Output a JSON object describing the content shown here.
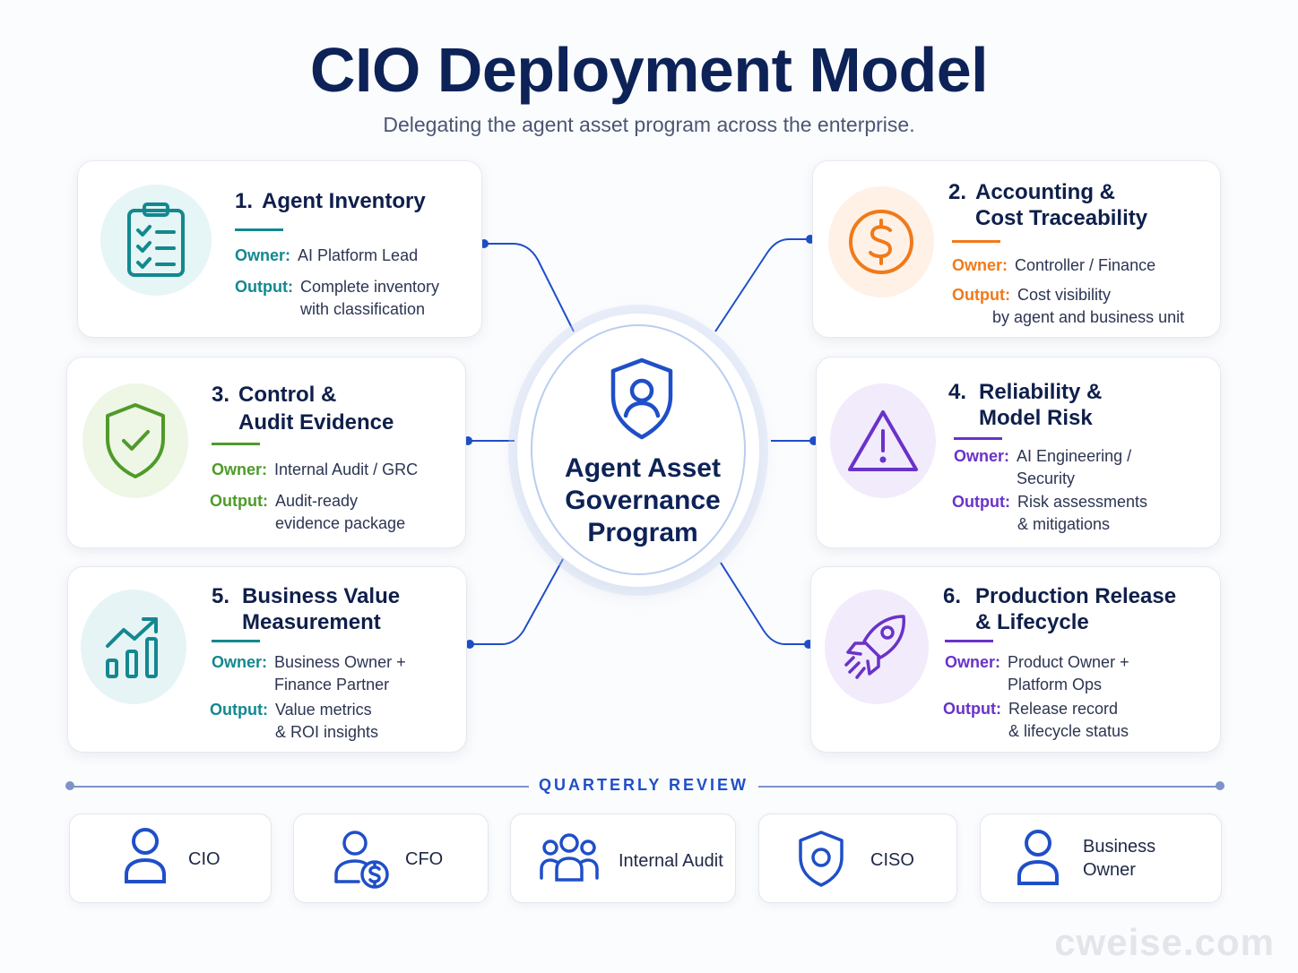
{
  "header": {
    "title": "CIO Deployment Model",
    "subtitle": "Delegating the agent asset program across the enterprise."
  },
  "center": {
    "line1": "Agent Asset",
    "line2": "Governance",
    "line3": "Program",
    "icon": "shield-user-icon"
  },
  "colors": {
    "navy": "#0d2257",
    "teal": "#13888f",
    "orange": "#f07a1a",
    "green": "#4f9a2a",
    "purple": "#6a32c9",
    "blue": "#1f4fc8"
  },
  "cards": [
    {
      "num": "1.",
      "title1": "Agent Inventory",
      "title2": "",
      "owner_label": "Owner:",
      "owner1": "AI Platform Lead",
      "owner2": "",
      "output_label": "Output:",
      "output1": "Complete inventory",
      "output2": "with classification",
      "icon": "clipboard-checklist-icon"
    },
    {
      "num": "2.",
      "title1": "Accounting &",
      "title2": "Cost Traceability",
      "owner_label": "Owner:",
      "owner1": "Controller / Finance",
      "owner2": "",
      "output_label": "Output:",
      "output1": "Cost visibility",
      "output2": "by agent and business unit",
      "icon": "dollar-coin-icon"
    },
    {
      "num": "3.",
      "title1": "Control &",
      "title2": "Audit Evidence",
      "owner_label": "Owner:",
      "owner1": "Internal Audit / GRC",
      "owner2": "",
      "output_label": "Output:",
      "output1": "Audit-ready",
      "output2": "evidence package",
      "icon": "shield-check-icon"
    },
    {
      "num": "4.",
      "title1": "Reliability &",
      "title2": "Model Risk",
      "owner_label": "Owner:",
      "owner1": "AI Engineering /",
      "owner2": "Security",
      "output_label": "Output:",
      "output1": "Risk assessments",
      "output2": "& mitigations",
      "icon": "warning-triangle-icon"
    },
    {
      "num": "5.",
      "title1": "Business Value",
      "title2": "Measurement",
      "owner_label": "Owner:",
      "owner1": "Business Owner +",
      "owner2": "Finance Partner",
      "output_label": "Output:",
      "output1": "Value metrics",
      "output2": "& ROI insights",
      "icon": "growth-chart-icon"
    },
    {
      "num": "6.",
      "title1": "Production Release",
      "title2": "& Lifecycle",
      "owner_label": "Owner:",
      "owner1": "Product Owner +",
      "owner2": "Platform Ops",
      "output_label": "Output:",
      "output1": "Release record",
      "output2": "& lifecycle status",
      "icon": "rocket-icon"
    }
  ],
  "review": {
    "label": "QUARTERLY REVIEW",
    "roles": [
      {
        "label1": "CIO",
        "label2": "",
        "icon": "person-icon"
      },
      {
        "label1": "CFO",
        "label2": "",
        "icon": "person-dollar-icon"
      },
      {
        "label1": "Internal Audit",
        "label2": "",
        "icon": "group-icon"
      },
      {
        "label1": "CISO",
        "label2": "",
        "icon": "shield-icon"
      },
      {
        "label1": "Business",
        "label2": "Owner",
        "icon": "person-icon"
      }
    ]
  },
  "watermark": "cweise.com"
}
